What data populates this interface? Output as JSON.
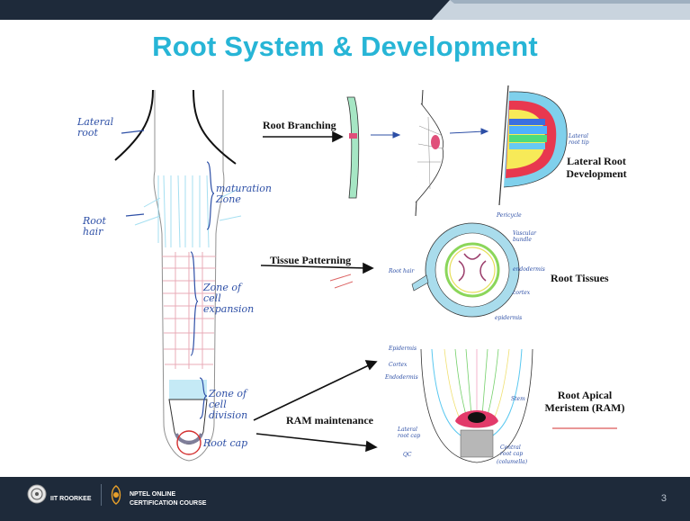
{
  "slide": {
    "title": "Root System & Development",
    "page_number": "3"
  },
  "left_labels": {
    "lateral_root": "Lateral root",
    "root_hair": "Root hair",
    "maturation_zone": "maturation Zone",
    "cell_expansion": "Zone of cell expansion",
    "cell_division": "Zone of cell division",
    "root_cap": "Root cap"
  },
  "processes": {
    "branching": "Root Branching",
    "patterning": "Tissue Patterning",
    "ram_maintenance": "RAM maintenance"
  },
  "outcomes": {
    "lateral_dev_line1": "Lateral Root",
    "lateral_dev_line2": "Development",
    "root_tissues": "Root Tissues",
    "ram_line1": "Root Apical",
    "ram_line2": "Meristem (RAM)"
  },
  "small_labels": {
    "lateral_root_tip": "Lateral root tip",
    "pericycle": "Pericycle",
    "vascular_bundle": "Vascular bundle",
    "endodermis": "endodermis",
    "cortex": "cortex",
    "epidermis": "epidermis",
    "root_hair_small": "Root hair",
    "ram_epidermis": "Epidermis",
    "ram_cortex": "Cortex",
    "ram_endodermis": "Endodermis",
    "ram_stem": "Stem",
    "ram_lateral_cap": "Lateral root cap",
    "ram_qc": "QC",
    "ram_central_cap": "Central root cap",
    "ram_columella": "(columella)"
  },
  "footer": {
    "institute": "IIT ROORKEE",
    "course_line1": "NPTEL ONLINE",
    "course_line2": "CERTIFICATION COURSE"
  },
  "colors": {
    "title": "#27b5d6",
    "topbar_dark": "#1e2a3a",
    "topbar_light": "#c9d4de",
    "handwriting": "#2d4fa6"
  }
}
